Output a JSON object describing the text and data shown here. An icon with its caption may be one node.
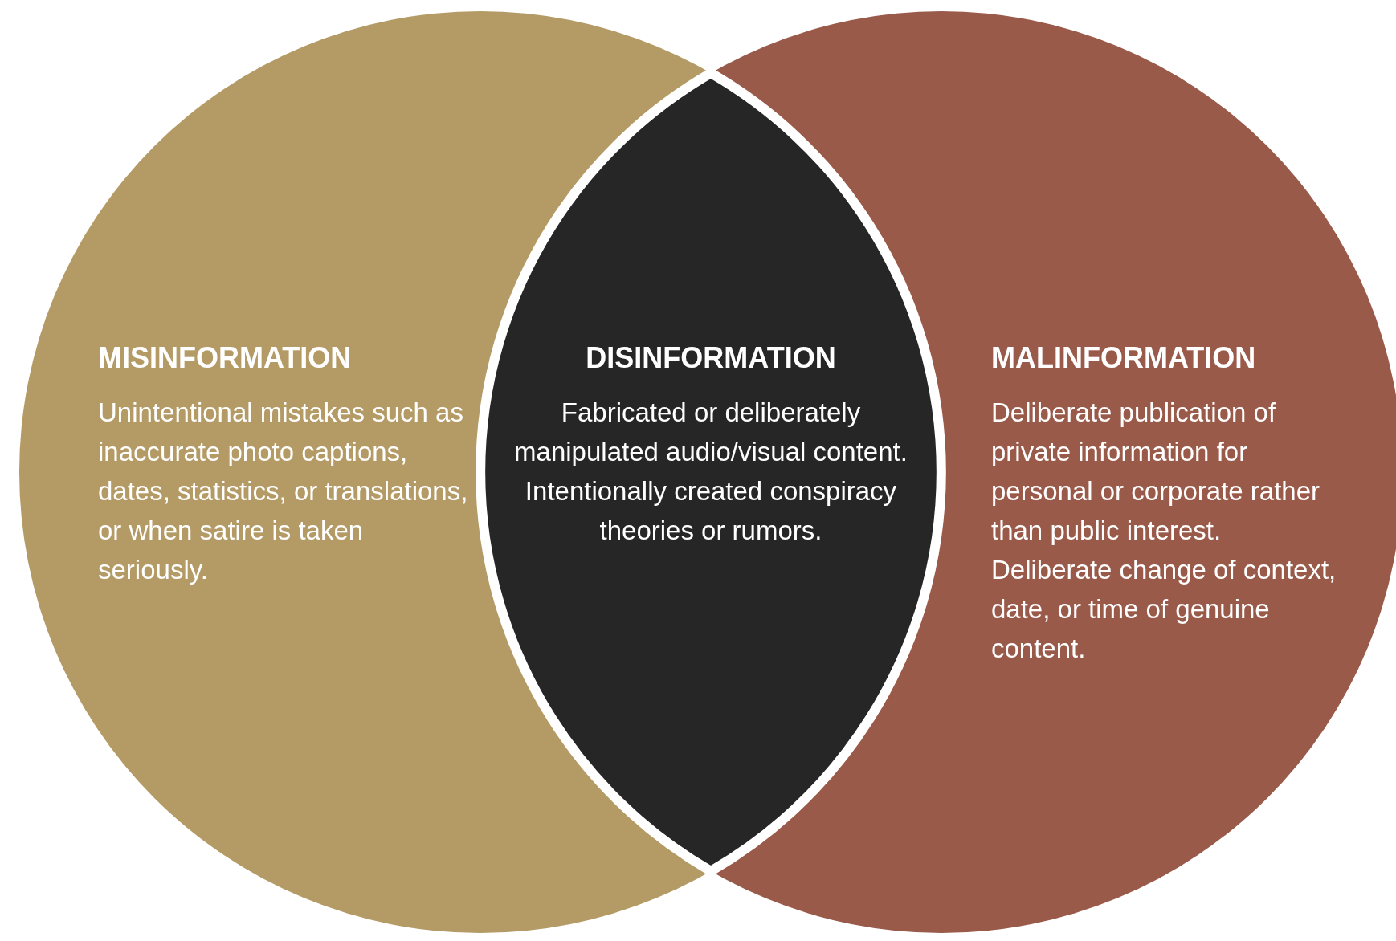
{
  "diagram": {
    "nodes": [
      {
        "text": [
          "MISINFORMATION",
          "Unintentional mistakes such as inaccurate photo captions, dates, statistics, or translations, or when satire is taken seriously."
        ]
      },
      {
        "text": [
          "DISINFORMATION",
          "Fabricated or deliberately manipulated audio/visual content. Intentionally created conspiracy theories or rumors."
        ]
      },
      {
        "text": [
          "MALINFORMATION",
          "Deliberate publication of private information for personal or corporate rather than public interest. Deliberate change of context, date, or time of genuine content."
        ]
      }
    ]
  }
}
